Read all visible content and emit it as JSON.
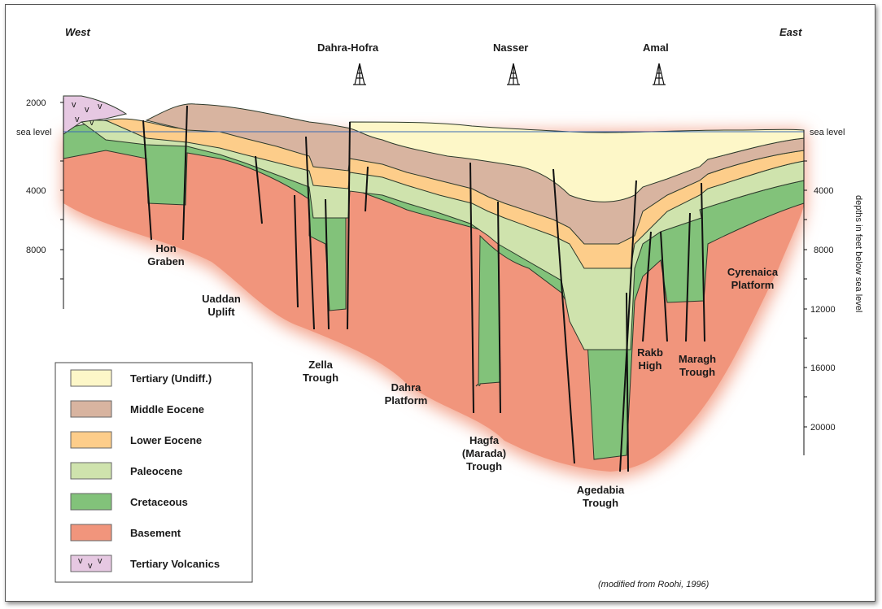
{
  "header": {
    "west": "West",
    "east": "East"
  },
  "wells": [
    {
      "name": "Dahra-Hofra"
    },
    {
      "name": "Nasser"
    },
    {
      "name": "Amal"
    }
  ],
  "axis": {
    "left_ticks": [
      "2000",
      "sea level",
      "4000",
      "8000"
    ],
    "right_ticks": [
      "sea level",
      "4000",
      "8000",
      "12000",
      "16000",
      "20000"
    ],
    "right_label": "depths in feet below sea level"
  },
  "features": {
    "hon": [
      "Hon",
      "Graben"
    ],
    "uaddan": [
      "Uaddan",
      "Uplift"
    ],
    "zella": [
      "Zella",
      "Trough"
    ],
    "dahra": [
      "Dahra",
      "Platform"
    ],
    "hagfa": [
      "Hagfa",
      "(Marada)",
      "Trough"
    ],
    "agedabia": [
      "Agedabia",
      "Trough"
    ],
    "rakb": [
      "Rakb",
      "High"
    ],
    "maragh": [
      "Maragh",
      "Trough"
    ],
    "cyrenaica": [
      "Cyrenaica",
      "Platform"
    ]
  },
  "legend": [
    {
      "label": "Tertiary (Undiff.)",
      "color": "#fdf7c8"
    },
    {
      "label": "Middle Eocene",
      "color": "#d8b4a0"
    },
    {
      "label": "Lower Eocene",
      "color": "#fdcd8a"
    },
    {
      "label": "Paleocene",
      "color": "#cfe3ad"
    },
    {
      "label": "Cretaceous",
      "color": "#82c27a"
    },
    {
      "label": "Basement",
      "color": "#f1957c"
    },
    {
      "label": "Tertiary Volcanics",
      "color": "#e6c8e2"
    }
  ],
  "citation": "(modified from Roohi, 1996)"
}
